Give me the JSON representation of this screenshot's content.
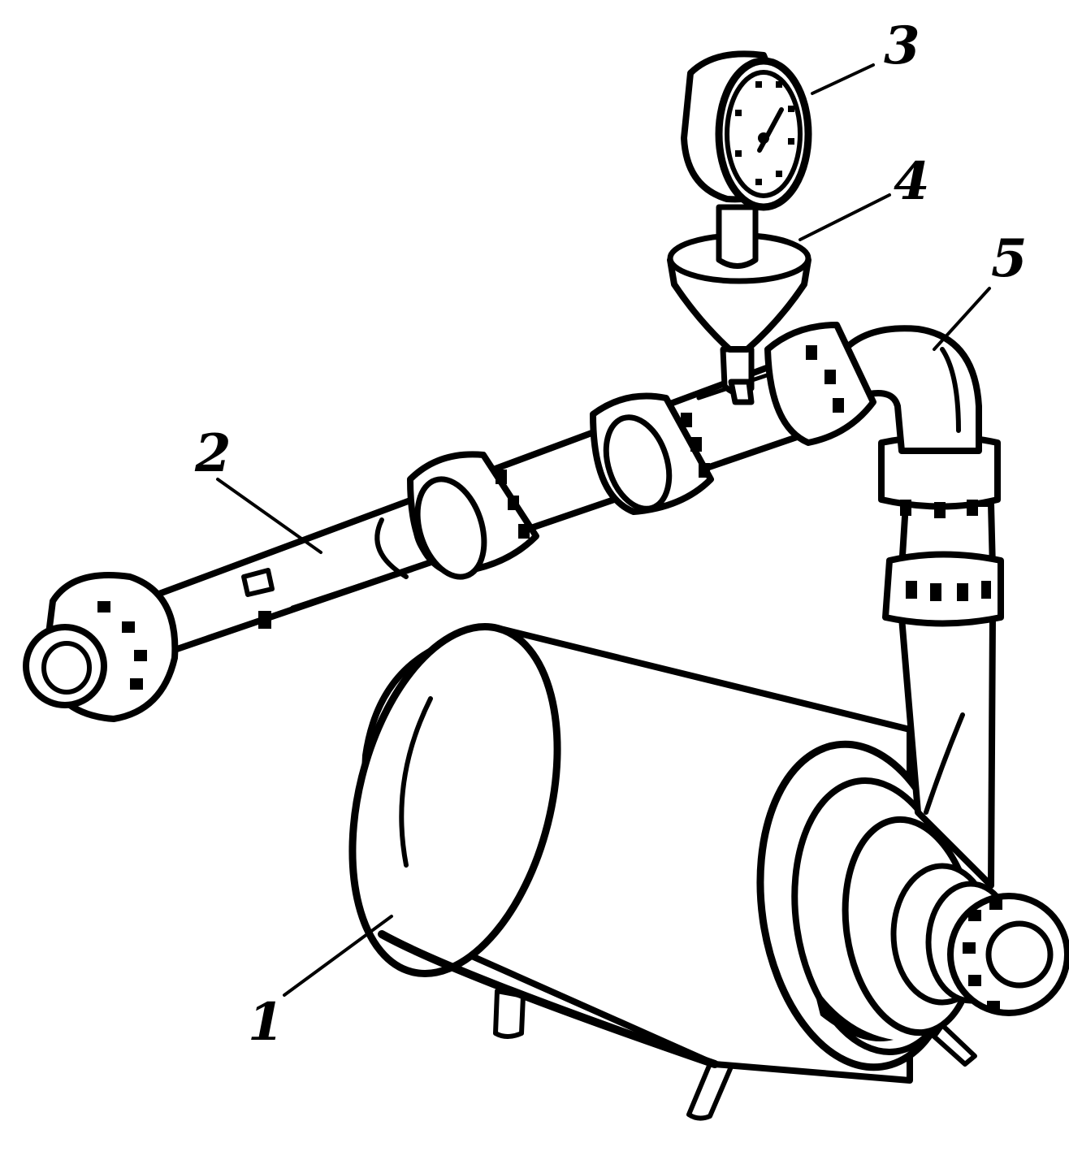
{
  "figure": {
    "labels": [
      {
        "id": "pump-body",
        "text": "1"
      },
      {
        "id": "tube",
        "text": "2"
      },
      {
        "id": "manometer",
        "text": "3"
      },
      {
        "id": "funnel",
        "text": "4"
      },
      {
        "id": "elbow",
        "text": "5"
      }
    ]
  },
  "colors": {
    "ink": "#000000",
    "paper": "#ffffff"
  }
}
